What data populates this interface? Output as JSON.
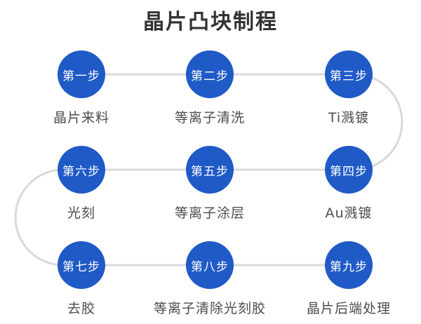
{
  "title": "晶片凸块制程",
  "colors": {
    "circle": "#1f5ac6",
    "connector": "#d9d9d9",
    "title": "#333333",
    "label": "#4c4c4c"
  },
  "steps": [
    {
      "step": "第一步",
      "label": "晶片来料"
    },
    {
      "step": "第二步",
      "label": "等离子清洗"
    },
    {
      "step": "第三步",
      "label": "Ti溅镀"
    },
    {
      "step": "第四步",
      "label": "Au溅镀"
    },
    {
      "step": "第五步",
      "label": "等离子涂层"
    },
    {
      "step": "第六步",
      "label": "光刻"
    },
    {
      "step": "第七步",
      "label": "去胶"
    },
    {
      "step": "第八步",
      "label": "等离子清除光刻胶"
    },
    {
      "step": "第九步",
      "label": "晶片后端处理"
    }
  ]
}
